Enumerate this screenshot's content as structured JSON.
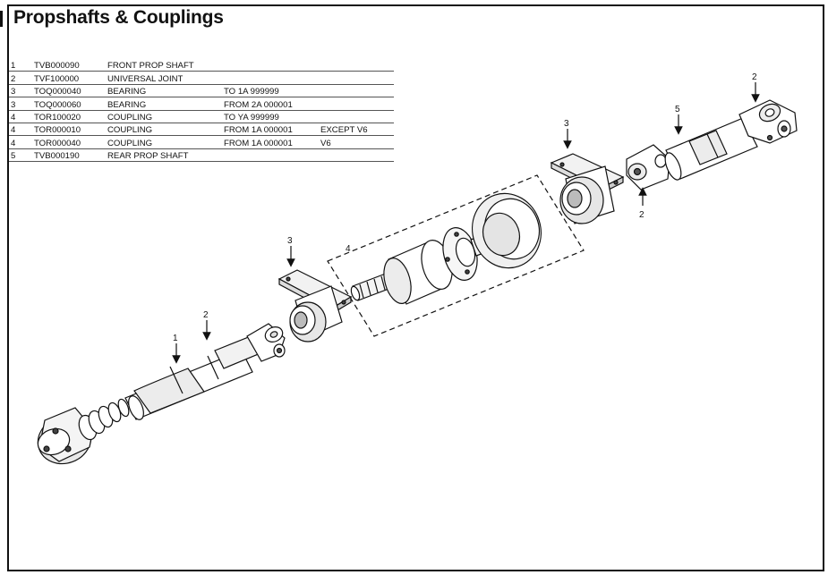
{
  "page": {
    "title": "Propshafts & Couplings"
  },
  "parts": [
    {
      "num": "1",
      "part_no": "TVB000090",
      "description": "FRONT PROP SHAFT",
      "range": "",
      "note": ""
    },
    {
      "num": "2",
      "part_no": "TVF100000",
      "description": "UNIVERSAL JOINT",
      "range": "",
      "note": ""
    },
    {
      "num": "3",
      "part_no": "TOQ000040",
      "description": "BEARING",
      "range": "TO 1A 999999",
      "note": ""
    },
    {
      "num": "3",
      "part_no": "TOQ000060",
      "description": "BEARING",
      "range": "FROM 2A 000001",
      "note": ""
    },
    {
      "num": "4",
      "part_no": "TOR100020",
      "description": "COUPLING",
      "range": "TO YA 999999",
      "note": ""
    },
    {
      "num": "4",
      "part_no": "TOR000010",
      "description": "COUPLING",
      "range": "FROM 1A 000001",
      "note": "EXCEPT V6"
    },
    {
      "num": "4",
      "part_no": "TOR000040",
      "description": "COUPLING",
      "range": "FROM 1A 000001",
      "note": "V6"
    },
    {
      "num": "5",
      "part_no": "TVB000190",
      "description": "REAR PROP SHAFT",
      "range": "",
      "note": ""
    }
  ],
  "callouts": {
    "c1": "1",
    "c2_front": "2",
    "c3_front": "3",
    "c4": "4",
    "c3_rear": "3",
    "c5": "5",
    "c2_top": "2",
    "c2_rear": "2"
  }
}
